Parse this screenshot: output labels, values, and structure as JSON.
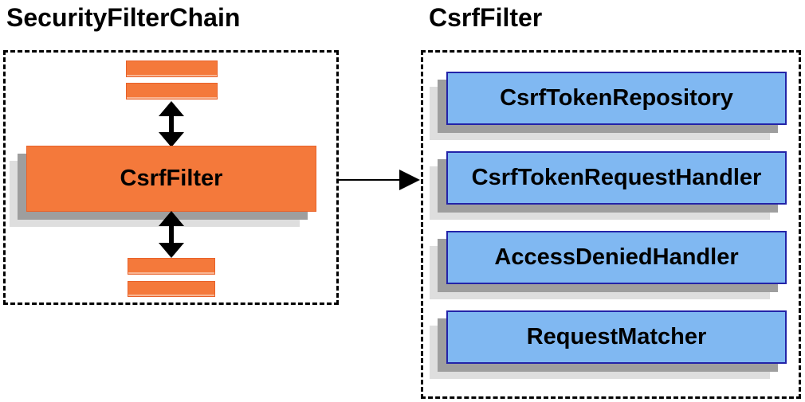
{
  "diagram": {
    "left": {
      "title": "SecurityFilterChain",
      "node_label": "CsrfFilter"
    },
    "right": {
      "title": "CsrfFilter",
      "components": [
        "CsrfTokenRepository",
        "CsrfTokenRequestHandler",
        "AccessDeniedHandler",
        "RequestMatcher"
      ]
    },
    "icons": {
      "top_connector": "bidirectional-arrow",
      "bottom_connector": "bidirectional-arrow",
      "link": "right-arrow"
    }
  },
  "colors": {
    "orange": "#f4793b",
    "orange-border": "#e8622a",
    "blue": "#80b8f2",
    "blue-border": "#2323a8",
    "shadow-dark": "#9e9e9e",
    "shadow-light": "#dedede",
    "ink": "#000000",
    "background": "#ffffff"
  }
}
